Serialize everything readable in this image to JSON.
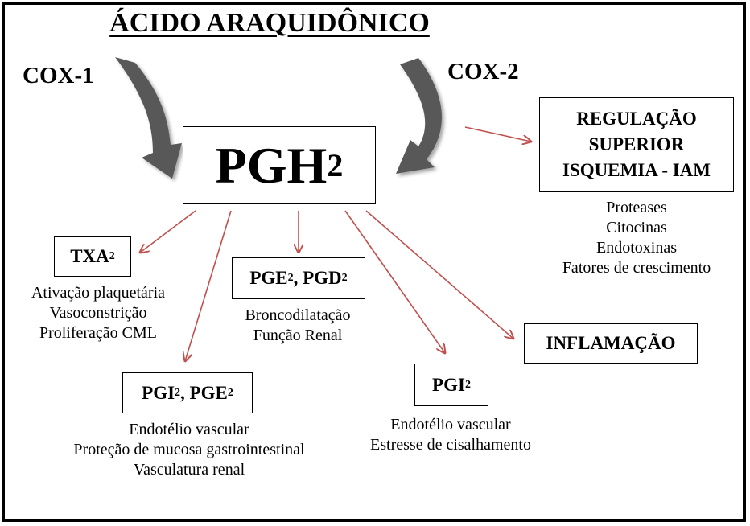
{
  "title": "ÁCIDO ARAQUIDÔNICO",
  "cox1": "COX-1",
  "cox2": "COX-2",
  "center": {
    "main": "PGH",
    "sub": "2"
  },
  "regulation": {
    "lines": [
      "REGULAÇÃO",
      "SUPERIOR",
      "ISQUEMIA - IAM"
    ]
  },
  "regulation_items": [
    "Proteases",
    "Citocinas",
    "Endotoxinas",
    "Fatores de crescimento"
  ],
  "txa2": {
    "main": "TXA",
    "sub": "2"
  },
  "txa2_items": [
    "Ativação plaquetária",
    "Vasoconstrição",
    "Proliferação CML"
  ],
  "pge2_pgd2": {
    "a": "PGE",
    "a_sub": "2",
    "sep": ", ",
    "b": "PGD",
    "b_sub": "2"
  },
  "pge2_pgd2_items": [
    "Broncodilatação",
    "Função Renal"
  ],
  "pgi2_pge2": {
    "a": "PGI",
    "a_sub": "2",
    "sep": ", ",
    "b": "PGE",
    "b_sub": "2"
  },
  "pgi2_pge2_items": [
    "Endotélio vascular",
    "Proteção de mucosa gastrointestinal",
    "Vasculatura renal"
  ],
  "pgi2": {
    "main": "PGI",
    "sub": "2"
  },
  "pgi2_items": [
    "Endotélio vascular",
    "Estresse de cisalhamento"
  ],
  "inflammation": "INFLAMAÇÃO",
  "colors": {
    "arrow_red": "#c0504d",
    "big_arrow": "#595959",
    "border": "#000000"
  }
}
